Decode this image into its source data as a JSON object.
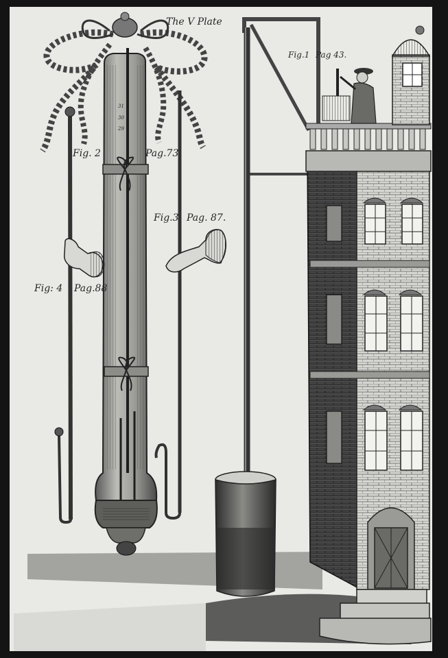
{
  "plate": {
    "title": "The V Plate",
    "colors": {
      "paper": "#e9e9e6",
      "ink": "#262626",
      "border": "#141414"
    }
  },
  "figures": [
    {
      "label": "Fig.1",
      "page": "Pag 43."
    },
    {
      "label": "Fig. 2",
      "page": "Pag.73"
    },
    {
      "label": "Fig.3",
      "page": "Pag. 87."
    },
    {
      "label": "Fig: 4",
      "page": "Pag.88"
    }
  ],
  "scale_marks": [
    "31",
    "30",
    "29"
  ]
}
